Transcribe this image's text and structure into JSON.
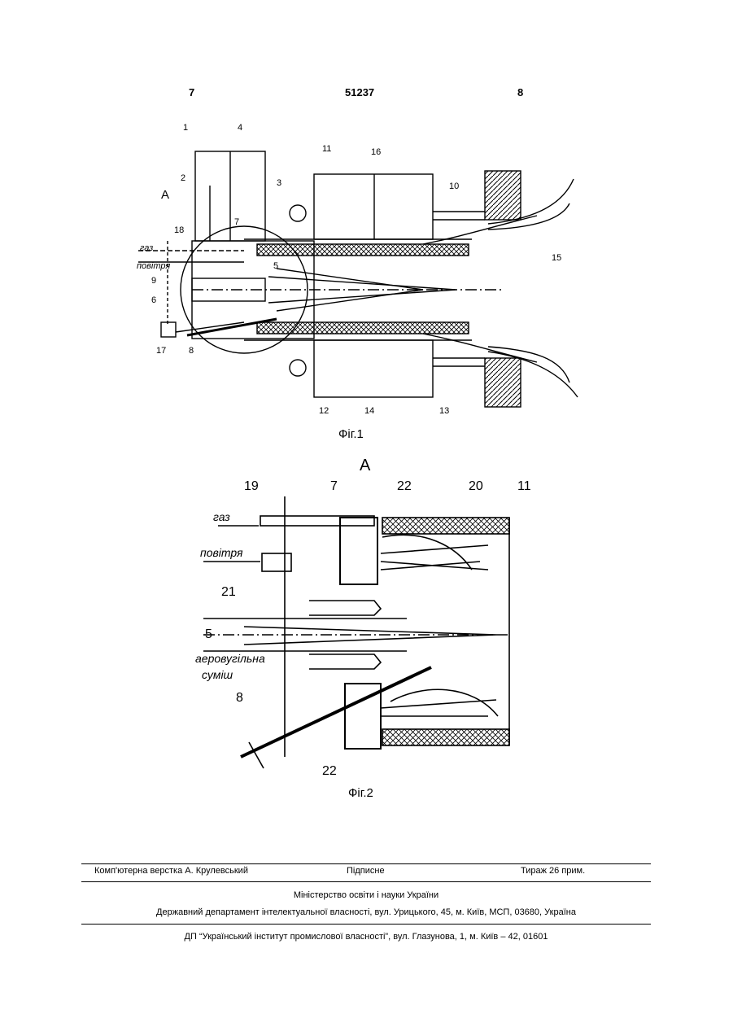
{
  "header": {
    "left_page": "7",
    "patent_number": "51237",
    "right_page": "8"
  },
  "figure1": {
    "caption": "Фіг.1",
    "callouts": [
      "1",
      "2",
      "3",
      "4",
      "5",
      "6",
      "7",
      "8",
      "9",
      "10",
      "11",
      "12",
      "13",
      "14",
      "15",
      "16",
      "17",
      "18"
    ],
    "section_mark": "A",
    "label_gas": "газ",
    "label_air": "повітря"
  },
  "figure2": {
    "caption": "Фіг.2",
    "section_mark": "A",
    "callouts": [
      "19",
      "7",
      "22",
      "20",
      "11",
      "21",
      "5",
      "8",
      "22"
    ],
    "label_gas": "газ",
    "label_air": "повітря",
    "label_mixture_line1": "аеровугільна",
    "label_mixture_line2": "суміш"
  },
  "footer": {
    "typesetting": "Комп'ютерна верстка А. Крулевський",
    "signed": "Підписне",
    "circulation": "Тираж 26 прим.",
    "ministry": "Міністерство освіти і науки України",
    "department": "Державний департамент інтелектуальної власності, вул. Урицького, 45, м. Київ, МСП, 03680, Україна",
    "institute": "ДП “Український інститут промислової власності”, вул. Глазунова, 1, м. Київ – 42, 01601"
  }
}
